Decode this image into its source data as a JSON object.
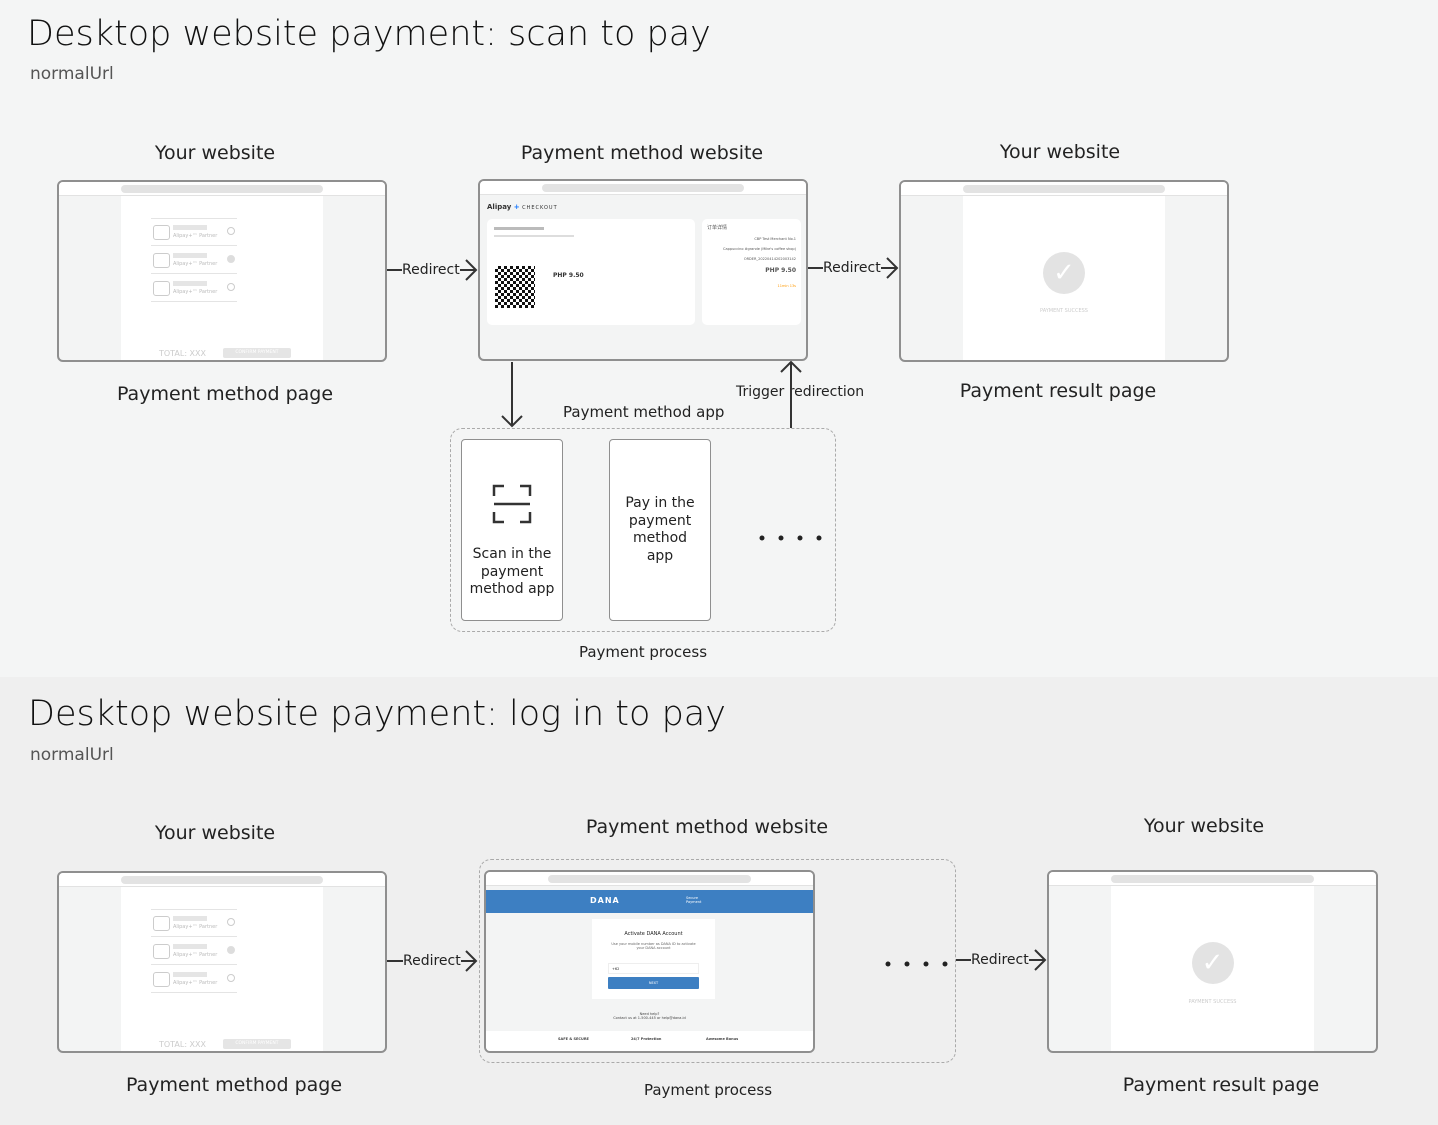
{
  "section1": {
    "title": "Desktop website payment: scan to pay",
    "subtitle": "normalUrl",
    "your_website_1": "Your website",
    "payment_method_website": "Payment method website",
    "your_website_2": "Your website",
    "payment_method_page": "Payment method page",
    "payment_result_page": "Payment result page",
    "redirect_1": "Redirect",
    "redirect_2": "Redirect",
    "trigger_redirection": "Trigger redirection",
    "payment_method_app": "Payment method app",
    "scan_card": "Scan in the payment method app",
    "pay_card": "Pay in the payment method app",
    "payment_process": "Payment process",
    "checkout": {
      "brand": "Alipay",
      "checkout": "CHECKOUT",
      "amount": "PHP 9.50",
      "order_title": "订单详情",
      "merchant": "CBP Test Merchant No.1",
      "item": "Cappuccino #grande (Mike's coffee shop)",
      "order_id": "ORDER_20220414202003142",
      "total": "PHP 9.50",
      "timer": "11min 13s"
    }
  },
  "section2": {
    "title": "Desktop website payment: log in to pay",
    "subtitle": "normalUrl",
    "your_website_1": "Your website",
    "payment_method_website": "Payment method website",
    "your_website_2": "Your website",
    "payment_method_page": "Payment method page",
    "payment_result_page": "Payment result page",
    "redirect_1": "Redirect",
    "redirect_2": "Redirect",
    "payment_process": "Payment process",
    "dana": {
      "brand": "DANA",
      "secure": "Secure Payment",
      "heading": "Activate DANA Account",
      "desc": "Use your mobile number as DANA ID to activate your DANA account",
      "prefix": "+62",
      "next": "NEXT",
      "help": "Need help?",
      "contact": "Contact us at 1-500-445 or help@dana.id",
      "features": [
        "SAFE & SECURE",
        "24/7 Protection",
        "Awesome Bonus"
      ]
    }
  },
  "mock": {
    "partner": "Alipay+™ Partner",
    "total": "TOTAL: XXX",
    "confirm": "CONFIRM PAYMENT",
    "success": "PAYMENT SUCCESS"
  },
  "colors": {
    "dana_blue": "#3d7fc2",
    "alipay_blue": "#1677ff"
  }
}
